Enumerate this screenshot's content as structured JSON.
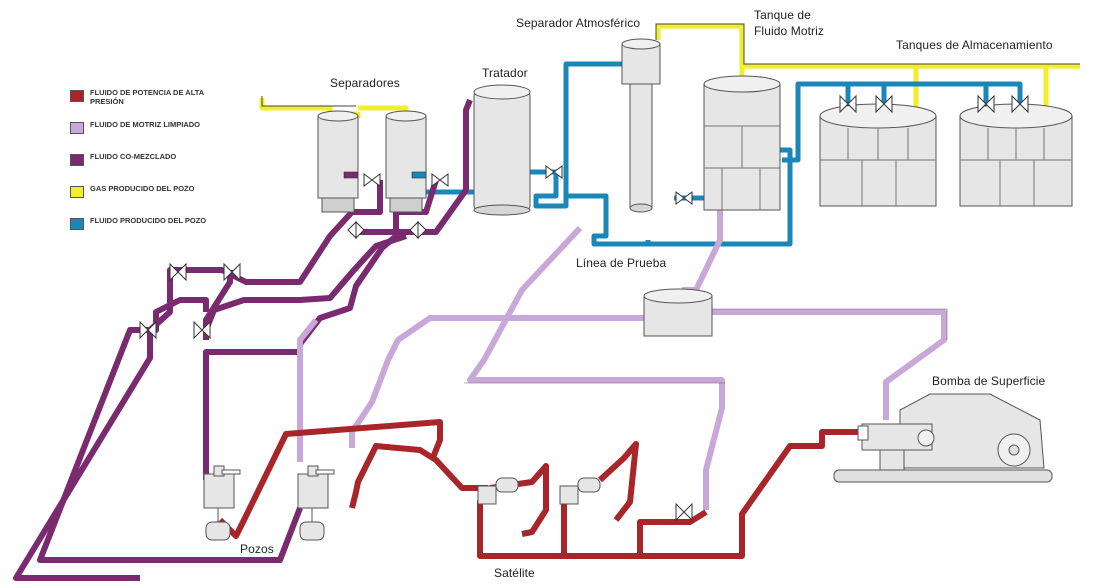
{
  "colors": {
    "red": "#a8262a",
    "lavender": "#c8a8d8",
    "purple": "#7a2a6e",
    "yellow": "#f2ee2a",
    "blue": "#1b86b8",
    "vessel_fill": "#e6e6e6",
    "outline": "#555555"
  },
  "legend": [
    {
      "label": "FLUIDO DE POTENCIA DE ALTA PRESIÓN",
      "color": "#a8262a",
      "icon": "red-swatch"
    },
    {
      "label": "FLUIDO DE MOTRIZ LIMPIADO",
      "color": "#c8a8d8",
      "icon": "lavender-swatch"
    },
    {
      "label": "FLUIDO CO-MEZCLADO",
      "color": "#7a2a6e",
      "icon": "purple-swatch"
    },
    {
      "label": "GAS PRODUCIDO DEL POZO",
      "color": "#f2ee2a",
      "icon": "yellow-swatch"
    },
    {
      "label": "FLUIDO PRODUCIDO DEL POZO",
      "color": "#1b86b8",
      "icon": "blue-swatch"
    }
  ],
  "labels": {
    "separadores": "Separadores",
    "tratador": "Tratador",
    "separador_atmosferico": "Separador Atmosférico",
    "tanque_fluido_motriz_line1": "Tanque de",
    "tanque_fluido_motriz_line2": "Fluido Motriz",
    "tanques_almacenamiento": "Tanques de Almacenamiento",
    "linea_prueba": "Línea de Prueba",
    "bomba_superficie": "Bomba de Superficie",
    "pozos": "Pozos",
    "satelite": "Satélite"
  }
}
